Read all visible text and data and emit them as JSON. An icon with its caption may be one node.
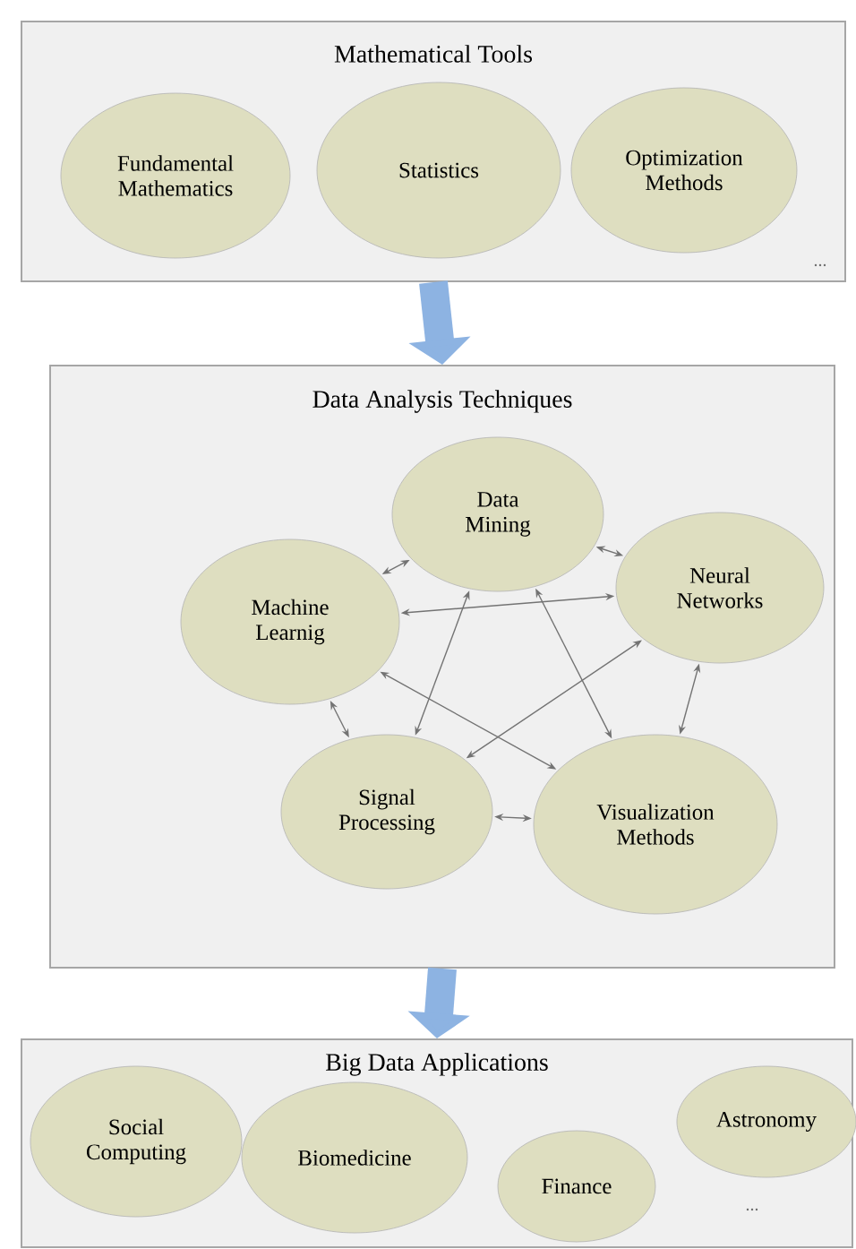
{
  "diagram": {
    "nodes": [
      {
        "text": [
          "Mathematical Tools",
          "..."
        ]
      },
      {
        "text": [
          "Fundamental Mathematics"
        ],
        "in": 0
      },
      {
        "text": [
          "Statistics"
        ],
        "in": 0
      },
      {
        "text": [
          "Optimization Methods"
        ],
        "in": 0
      },
      {
        "text": [
          "Data Analysis Techniques"
        ]
      },
      {
        "text": [
          "Data Mining"
        ],
        "in": 4
      },
      {
        "text": [
          "Machine Learnig"
        ],
        "in": 4
      },
      {
        "text": [
          "Neural Networks"
        ],
        "in": 4
      },
      {
        "text": [
          "Signal Processing"
        ],
        "in": 4
      },
      {
        "text": [
          "Visualization Methods"
        ],
        "in": 4
      },
      {
        "text": [
          "Big Data Applications",
          "..."
        ]
      },
      {
        "text": [
          "Social Computing"
        ],
        "in": 10
      },
      {
        "text": [
          "Biomedicine"
        ],
        "in": 10
      },
      {
        "text": [
          "Finance"
        ],
        "in": 10
      },
      {
        "text": [
          "Astronomy"
        ],
        "in": 10
      }
    ],
    "edges": [
      {
        "from": 0,
        "to": 4,
        "arrow": "to",
        "style": "thick",
        "color": "#8db3e2"
      },
      {
        "from": 4,
        "to": 10,
        "arrow": "to",
        "style": "thick",
        "color": "#8db3e2"
      },
      {
        "from": 5,
        "to": 6,
        "arrow": "both"
      },
      {
        "from": 5,
        "to": 7,
        "arrow": "both"
      },
      {
        "from": 5,
        "to": 8,
        "arrow": "both"
      },
      {
        "from": 5,
        "to": 9,
        "arrow": "both"
      },
      {
        "from": 6,
        "to": 7,
        "arrow": "both"
      },
      {
        "from": 6,
        "to": 8,
        "arrow": "both"
      },
      {
        "from": 6,
        "to": 9,
        "arrow": "both"
      },
      {
        "from": 7,
        "to": 8,
        "arrow": "both"
      },
      {
        "from": 7,
        "to": 9,
        "arrow": "both"
      },
      {
        "from": 8,
        "to": 9,
        "arrow": "both"
      }
    ]
  }
}
